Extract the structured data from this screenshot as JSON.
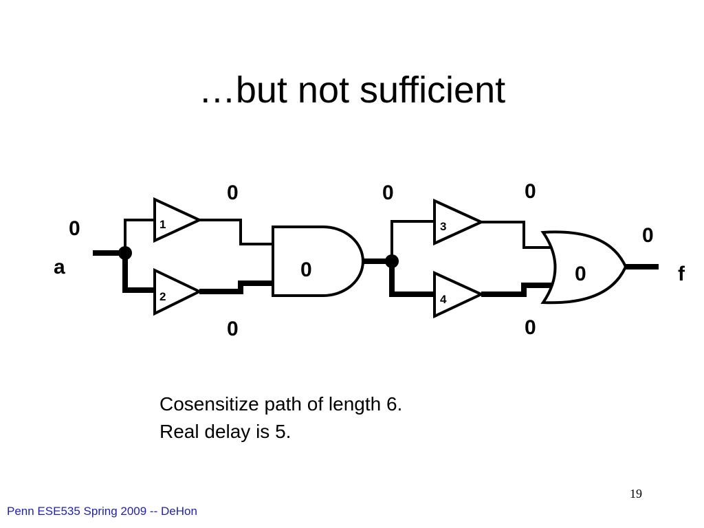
{
  "slide": {
    "title": "…but not sufficient",
    "caption": [
      "Cosensitize path of length 6.",
      "Real delay is 5."
    ],
    "page_number": "19",
    "footer": "Penn ESE535 Spring 2009 -- DeHon"
  },
  "circuit": {
    "input_name": "a",
    "input_value": "0",
    "output_name": "f",
    "output_value": "0",
    "buffers": [
      {
        "id": "1",
        "output_value": "0"
      },
      {
        "id": "2",
        "output_value": "0"
      },
      {
        "id": "3",
        "output_value": "0"
      },
      {
        "id": "4",
        "output_value": "0"
      }
    ],
    "and_gate": {
      "value": "0",
      "output_value": "0"
    },
    "or_gate": {
      "value": "0"
    }
  }
}
